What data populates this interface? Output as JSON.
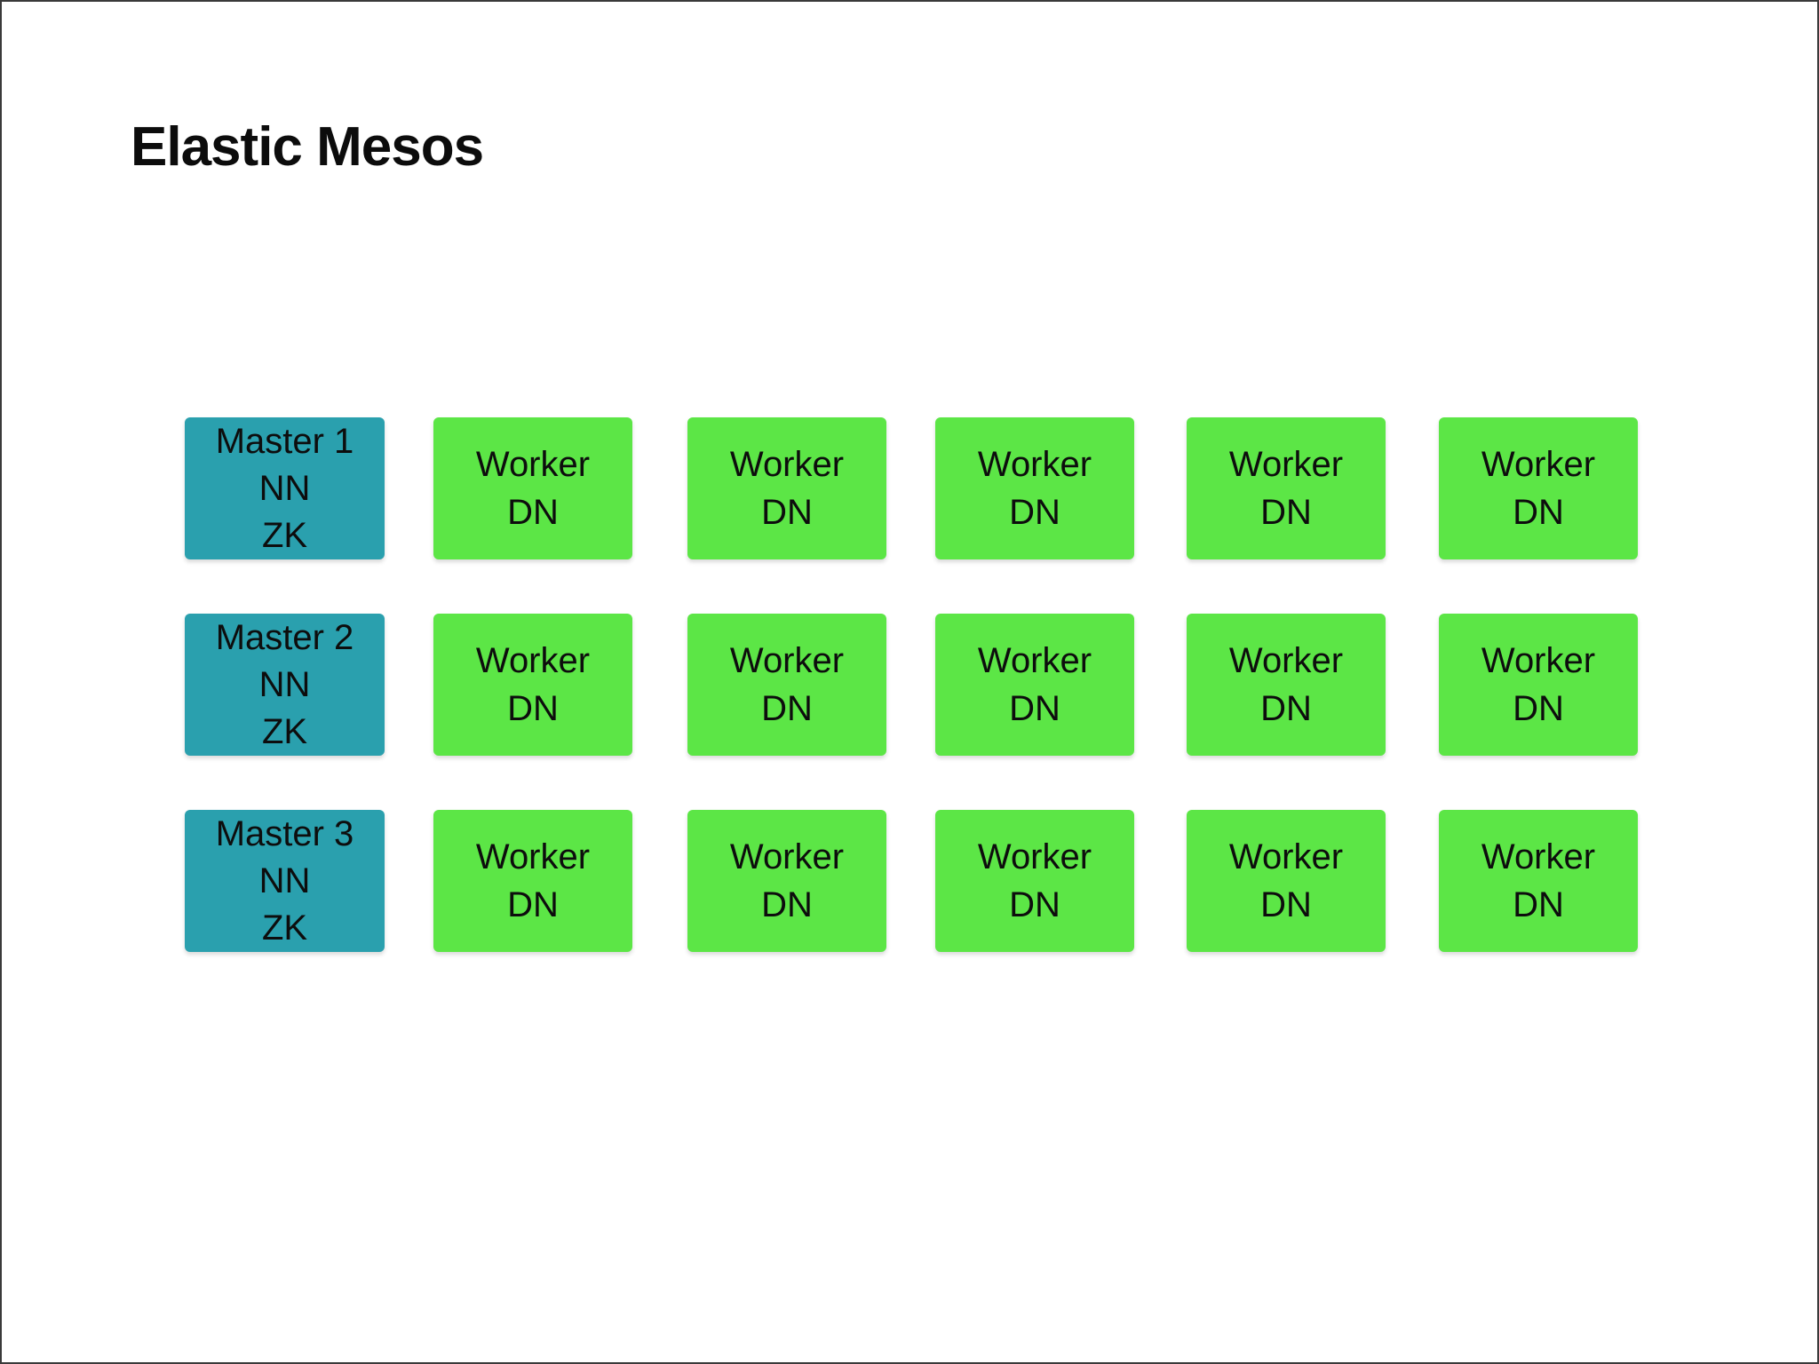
{
  "title": "Elastic Mesos",
  "colors": {
    "master_fill": "#2AA0AE",
    "worker_fill": "#5CE646",
    "text": "#0D0D0D",
    "canvas_background": "#FFFFFF",
    "canvas_border": "#3A3A3A"
  },
  "diagram": {
    "rows": [
      {
        "master": {
          "line1": "Master 1",
          "line2": "NN",
          "line3": "ZK"
        },
        "workers": [
          {
            "line1": "Worker",
            "line2": "DN"
          },
          {
            "line1": "Worker",
            "line2": "DN"
          },
          {
            "line1": "Worker",
            "line2": "DN"
          },
          {
            "line1": "Worker",
            "line2": "DN"
          },
          {
            "line1": "Worker",
            "line2": "DN"
          }
        ]
      },
      {
        "master": {
          "line1": "Master 2",
          "line2": "NN",
          "line3": "ZK"
        },
        "workers": [
          {
            "line1": "Worker",
            "line2": "DN"
          },
          {
            "line1": "Worker",
            "line2": "DN"
          },
          {
            "line1": "Worker",
            "line2": "DN"
          },
          {
            "line1": "Worker",
            "line2": "DN"
          },
          {
            "line1": "Worker",
            "line2": "DN"
          }
        ]
      },
      {
        "master": {
          "line1": "Master 3",
          "line2": "NN",
          "line3": "ZK"
        },
        "workers": [
          {
            "line1": "Worker",
            "line2": "DN"
          },
          {
            "line1": "Worker",
            "line2": "DN"
          },
          {
            "line1": "Worker",
            "line2": "DN"
          },
          {
            "line1": "Worker",
            "line2": "DN"
          },
          {
            "line1": "Worker",
            "line2": "DN"
          }
        ]
      }
    ]
  }
}
